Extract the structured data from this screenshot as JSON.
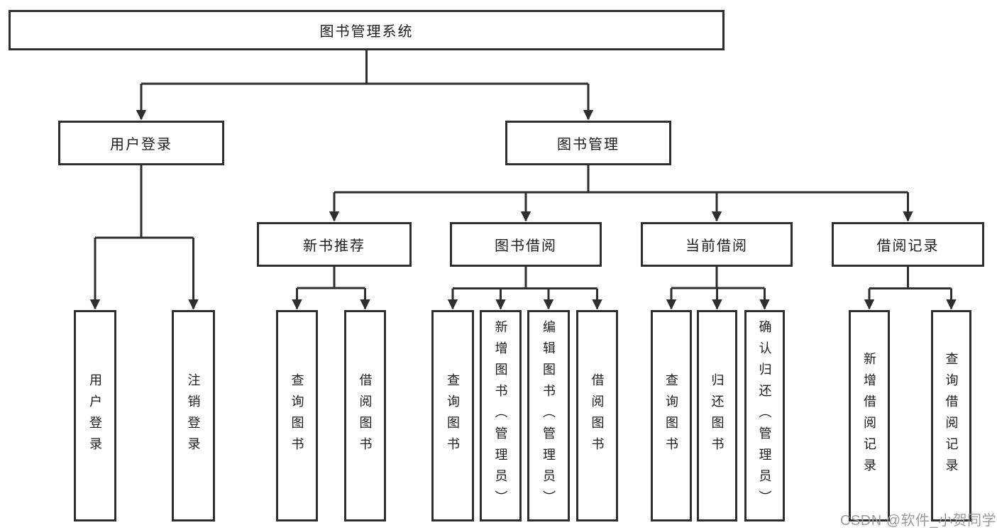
{
  "labels": {
    "root": "图书管理系统",
    "user_login": "用户登录",
    "book_management": "图书管理",
    "new_book_recommend": "新书推荐",
    "book_borrowing": "图书借阅",
    "current_borrowing": "当前借阅",
    "borrowing_records": "借阅记录",
    "leaf_user_login": "用户登录",
    "leaf_logout": "注销登录",
    "leaf_query_books_1": "查询图书",
    "leaf_borrow_books_1": "借阅图书",
    "leaf_query_books_2": "查询图书",
    "leaf_add_book_admin": "新增图书（管理员）",
    "leaf_edit_book_admin": "编辑图书（管理员）",
    "leaf_borrow_books_2": "借阅图书",
    "leaf_query_books_3": "查询图书",
    "leaf_return_books": "归还图书",
    "leaf_confirm_return_admin": "确认归还（管理员）",
    "leaf_add_borrow_record": "新增借阅记录",
    "leaf_query_borrow_record": "查询借阅记录"
  },
  "watermark": {
    "text": "CSDN @软件_小贺同学"
  },
  "colors": {
    "line": "#2e2e2e",
    "box_border": "#2e2e2e",
    "text": "#1c1c1c",
    "background": "#ffffff",
    "watermark": "#9a9a9a"
  }
}
